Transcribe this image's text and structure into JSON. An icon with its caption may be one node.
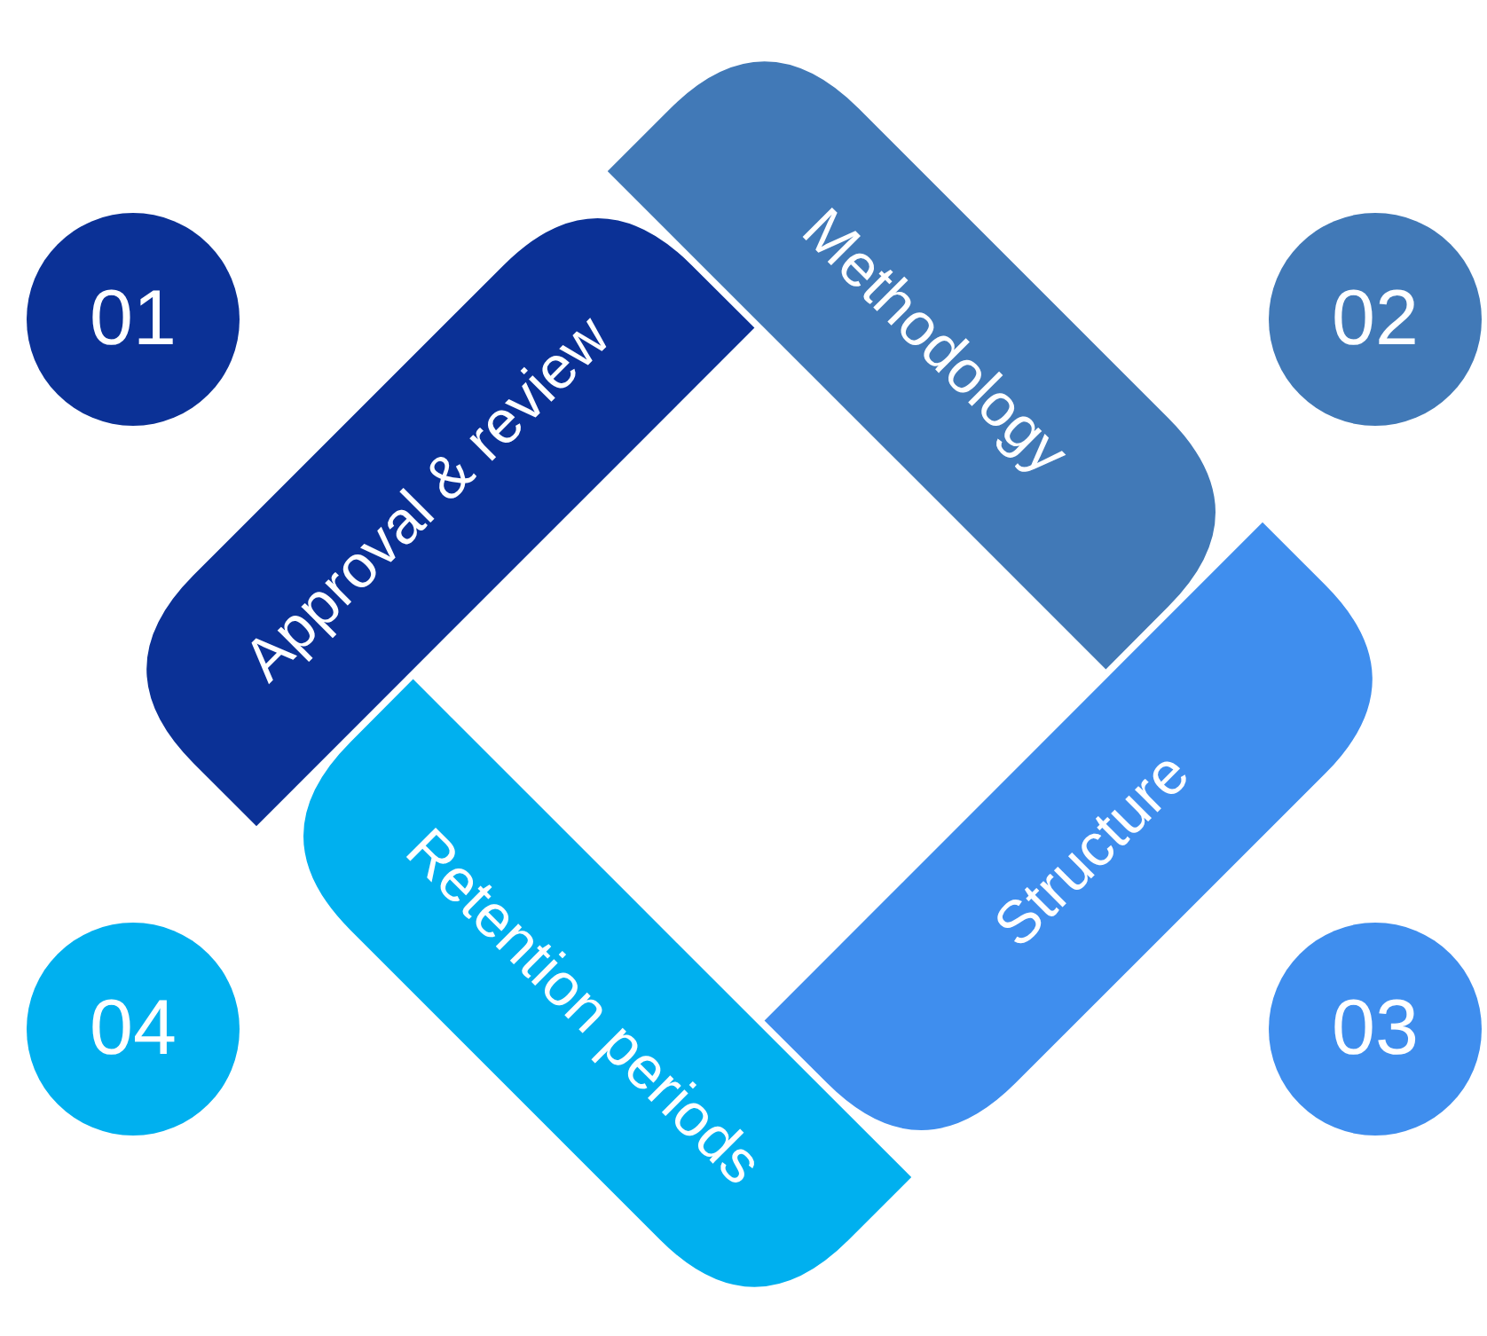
{
  "diagram": {
    "nodes": [
      {
        "text": [
          "01"
        ]
      },
      {
        "text": [
          "Approval & review"
        ]
      },
      {
        "text": [
          "Methodology"
        ]
      },
      {
        "text": [
          "02"
        ]
      },
      {
        "text": [
          "Structure"
        ]
      },
      {
        "text": [
          "Retention periods"
        ]
      },
      {
        "text": [
          "04"
        ]
      },
      {
        "text": [
          "03"
        ]
      }
    ]
  }
}
